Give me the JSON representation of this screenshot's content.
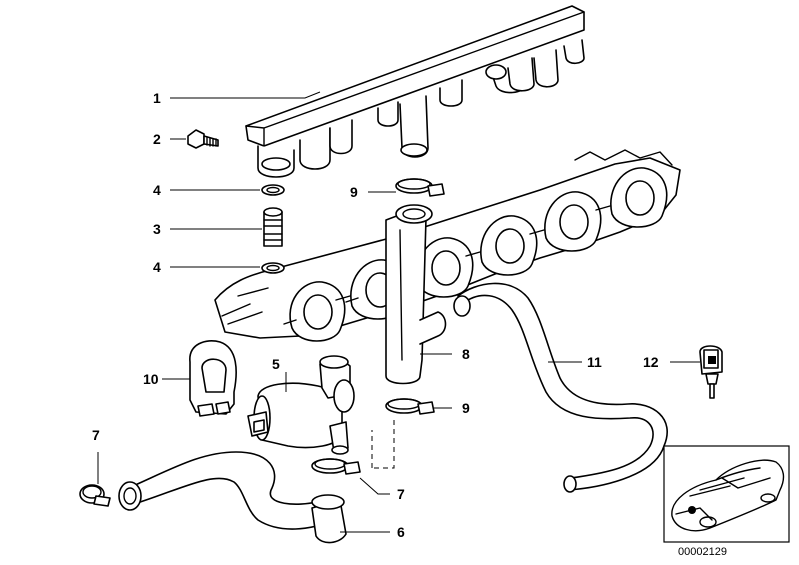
{
  "diagram": {
    "callouts": [
      "1",
      "2",
      "4",
      "3",
      "4",
      "10",
      "5",
      "7",
      "9",
      "8",
      "9",
      "7",
      "6",
      "11",
      "12"
    ],
    "reference_number": "00002129"
  }
}
